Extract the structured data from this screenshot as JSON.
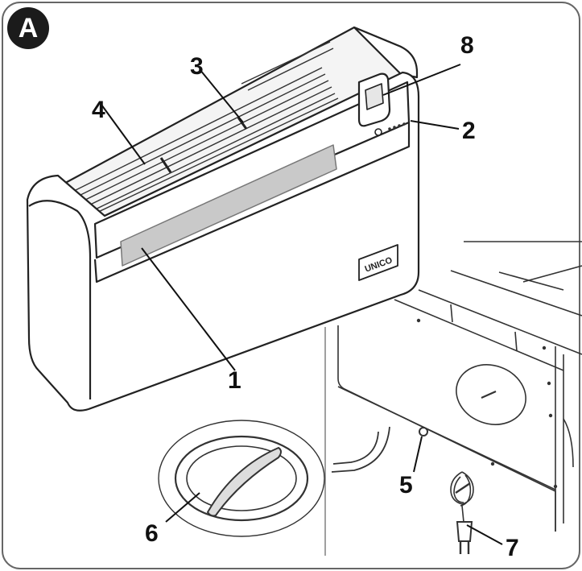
{
  "panel": {
    "letter": "A"
  },
  "brand": {
    "logo_text": "UNICO"
  },
  "callouts": {
    "c1": "1",
    "c2": "2",
    "c3": "3",
    "c4": "4",
    "c5": "5",
    "c6": "6",
    "c7": "7",
    "c8": "8"
  },
  "colors": {
    "line": "#222222",
    "panel_fill": "#ffffff",
    "window_fill": "#c9c9c9",
    "badge_fill": "#1b1b1b"
  }
}
